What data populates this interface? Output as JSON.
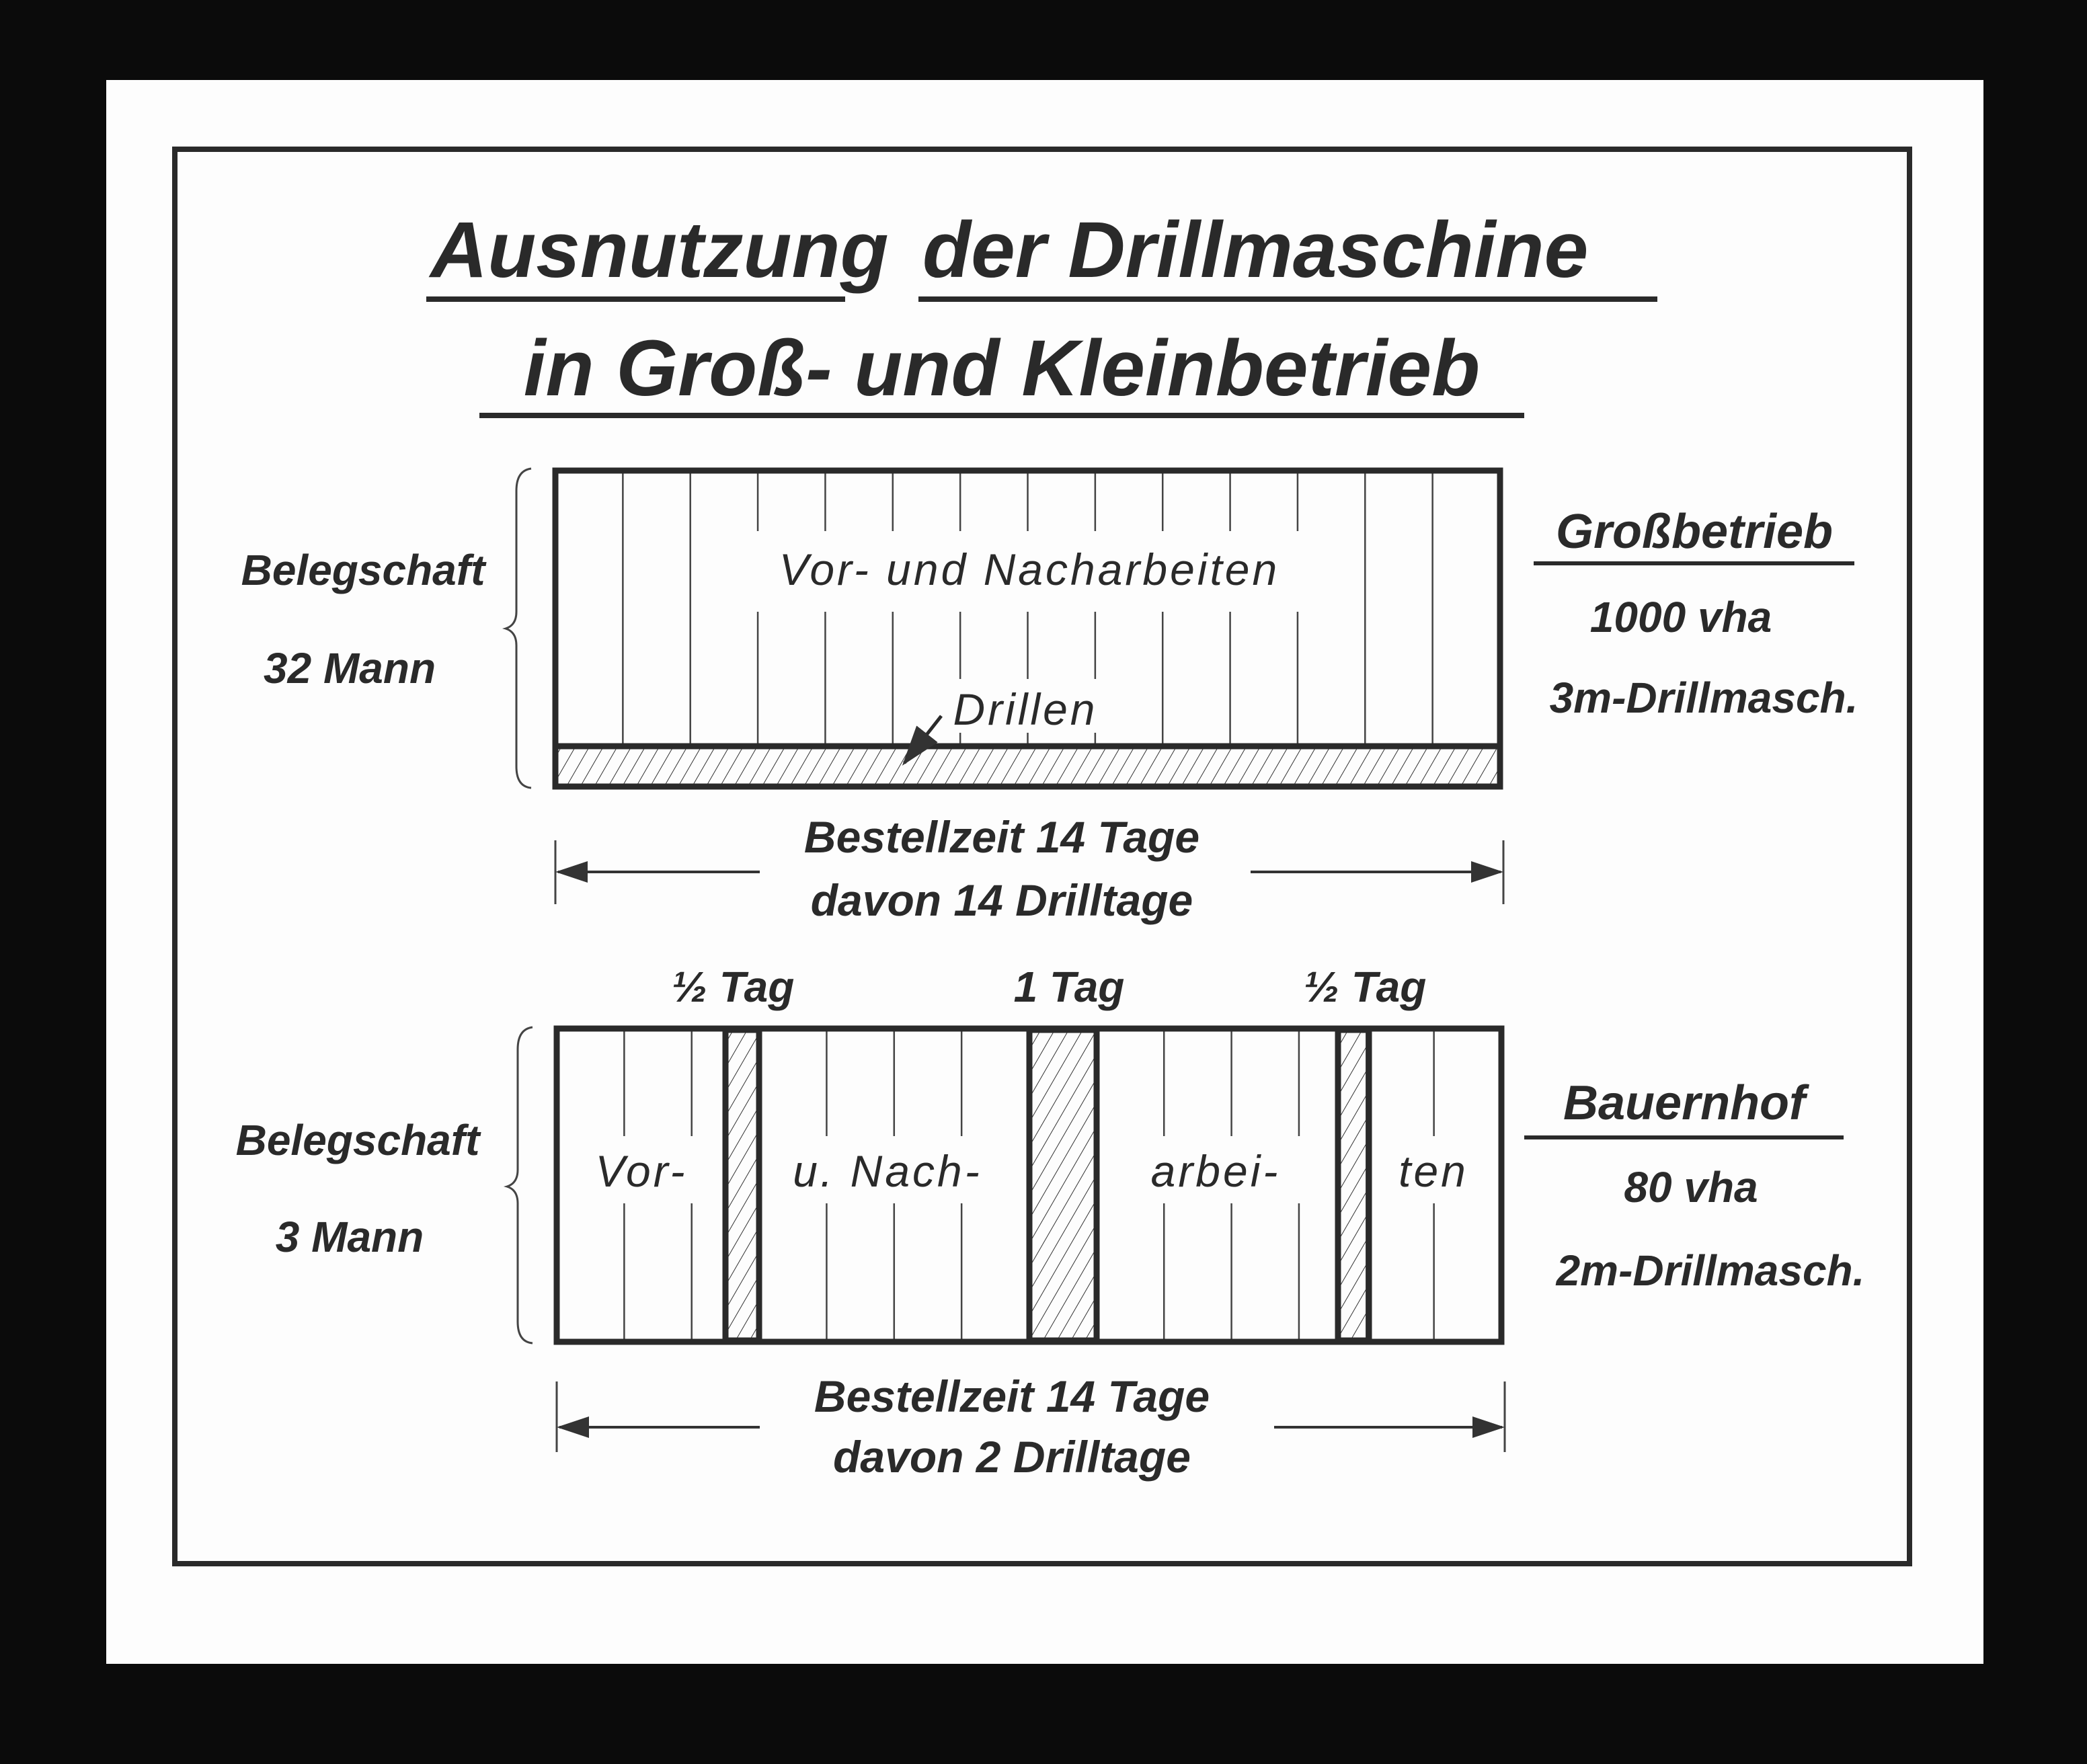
{
  "title": {
    "line1_part1": "Ausnutzung",
    "line1_part2": "der Drillmaschine",
    "line2": "in Groß- und Kleinbetrieb"
  },
  "large_farm": {
    "staff_label": "Belegschaft",
    "staff_count": "32 Mann",
    "heading": "Großbetrieb",
    "area": "1000 vha",
    "machine": "3m-Drillmasch.",
    "bar_label": "Vor- und Nacharbeiten",
    "drill_label": "Drillen",
    "period": "Bestellzeit 14 Tage",
    "drill_days": "davon 14 Drilltage",
    "total_days": 14,
    "drilling_days": 14
  },
  "small_farm": {
    "staff_label": "Belegschaft",
    "staff_count": "3 Mann",
    "heading": "Bauernhof",
    "area": "80 vha",
    "machine": "2m-Drillmasch.",
    "segments": [
      "Vor-",
      "u. Nach-",
      "arbei-",
      "ten"
    ],
    "drill_marks": [
      "½ Tag",
      "1 Tag",
      "½ Tag"
    ],
    "period": "Bestellzeit 14 Tage",
    "drill_days": "davon 2 Drilltage",
    "total_days": 14,
    "drilling_days": 2
  }
}
